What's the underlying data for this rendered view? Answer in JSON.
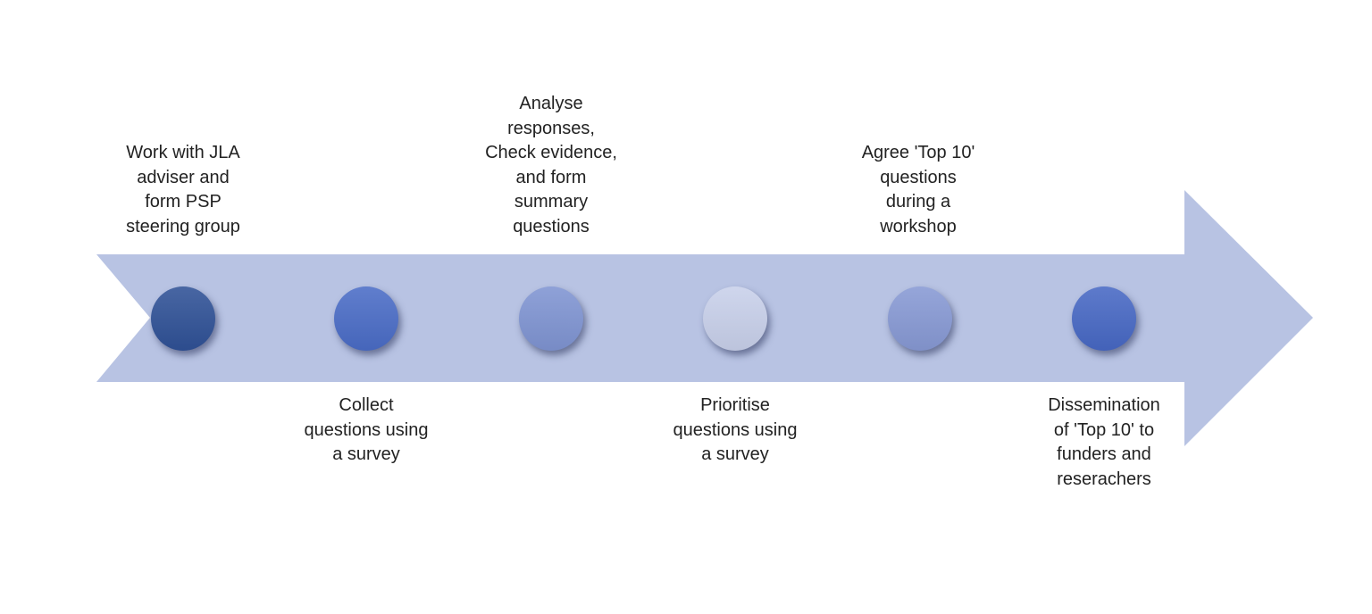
{
  "colors": {
    "arrow": "#b8c3e3",
    "steps": [
      "#2f5196",
      "#4a6cc6",
      "#7f94d2",
      "#c8d0ea",
      "#8799d4",
      "#4768c4"
    ]
  },
  "steps": [
    {
      "label": "Work with JLA\nadviser and\nform PSP\nsteering group",
      "position": "above"
    },
    {
      "label": "Collect\nquestions using\na survey",
      "position": "below"
    },
    {
      "label": "Analyse\nresponses,\nCheck evidence,\nand form\nsummary\nquestions",
      "position": "above"
    },
    {
      "label": "Prioritise\nquestions using\na survey",
      "position": "below"
    },
    {
      "label": "Agree 'Top 10'\nquestions\nduring a\nworkshop",
      "position": "above"
    },
    {
      "label": "Dissemination\nof 'Top 10' to\nfunders and\nreserachers",
      "position": "below"
    }
  ]
}
